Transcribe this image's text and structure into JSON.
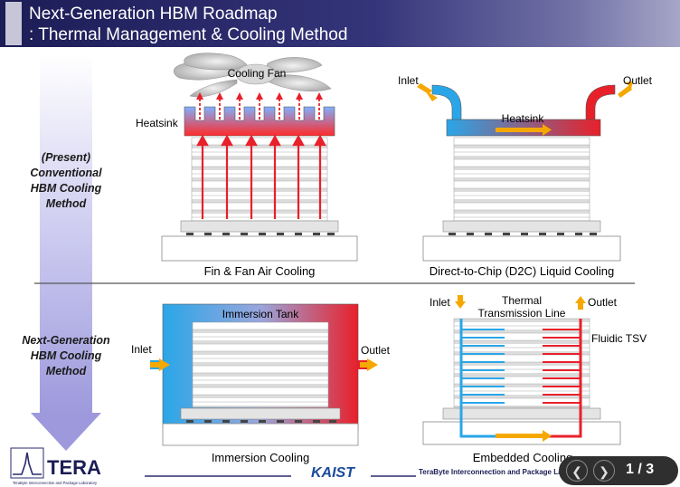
{
  "title": {
    "line1": "Next-Generation HBM Roadmap",
    "line2": ": Thermal Management & Cooling Method"
  },
  "labels": {
    "present": [
      "(Present)",
      "Conventional",
      "HBM Cooling",
      "Method"
    ],
    "next": [
      "Next-Generation",
      "HBM Cooling",
      "Method"
    ]
  },
  "panels": {
    "fan": {
      "fan_label": "Cooling Fan",
      "heatsink_label": "Heatsink",
      "caption": "Fin & Fan Air Cooling"
    },
    "d2c": {
      "inlet": "Inlet",
      "outlet": "Outlet",
      "heatsink_label": "Heatsink",
      "caption": "Direct-to-Chip (D2C) Liquid Cooling"
    },
    "immersion": {
      "tank_label": "Immersion Tank",
      "inlet": "Inlet",
      "outlet": "Outlet",
      "caption": "Immersion Cooling"
    },
    "embedded": {
      "inlet": "Inlet",
      "outlet": "Outlet",
      "thermal_line1": "Thermal",
      "thermal_line2": "Transmission Line",
      "fluidic_tsv": "Fluidic TSV",
      "caption": "Embedded Cooling"
    }
  },
  "footer": {
    "tera_logo": "TERA",
    "tera_sub": "TeraByte Interconnection and Package Laboratory",
    "kaist_logo": "KAIST",
    "lab_name": "TeraByte Interconnection and Package Laboratory"
  },
  "pager": {
    "text": "1 / 3"
  },
  "colors": {
    "hot": "#e8202a",
    "cold": "#2aa6e8",
    "flow_arrow": "#f5a800",
    "title_bar": "#2a2a6e"
  }
}
